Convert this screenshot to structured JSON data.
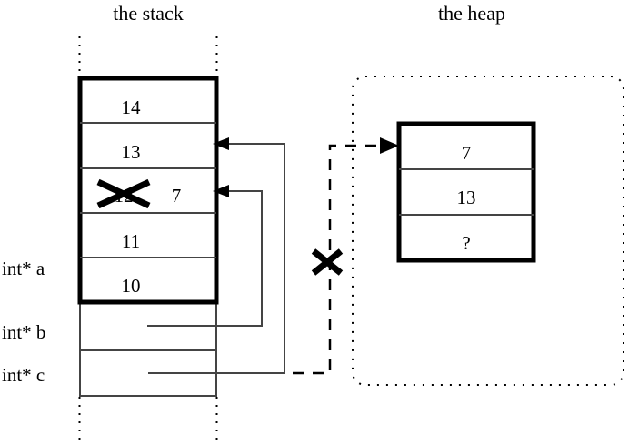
{
  "diagram": {
    "regions": {
      "stack": {
        "title": "the stack"
      },
      "heap": {
        "title": "the heap"
      }
    },
    "stack_frame": {
      "cells": [
        {
          "value": "14"
        },
        {
          "value": "13"
        },
        {
          "value": "7",
          "old_value": "12",
          "struck_out": true
        },
        {
          "value": "11"
        },
        {
          "value": "10"
        }
      ]
    },
    "stack_variables": [
      {
        "label": "int* a"
      },
      {
        "label": "int* b"
      },
      {
        "label": "int* c"
      }
    ],
    "heap_block": {
      "cells": [
        {
          "value": "7"
        },
        {
          "value": "13"
        },
        {
          "value": "?"
        }
      ]
    },
    "annotations": {
      "invalid_pointer_mark": "✕",
      "overwritten_value_mark": "✕"
    },
    "colors": {
      "ink": "#000000",
      "thin_line": "#444444",
      "background": "#ffffff"
    }
  }
}
